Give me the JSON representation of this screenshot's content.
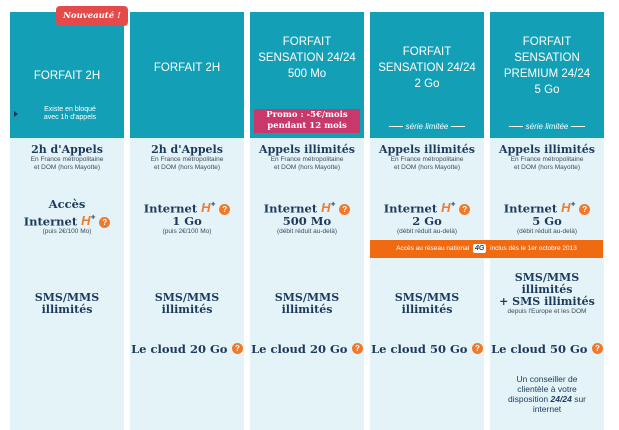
{
  "badge": "Nouveauté !",
  "banner": {
    "before": "Accès au réseau national",
    "tag": "4G",
    "after": "inclus dès le 1er octobre 2013"
  },
  "colors": {
    "header": "#139fb6",
    "body": "#e4f3f7",
    "accent": "#f07a2a",
    "promo": "#c9386b",
    "banner": "#ef6a11",
    "text": "#1c3a5e"
  },
  "plans": [
    {
      "title": [
        "FORFAIT 2H"
      ],
      "note": [
        "Existe en bloqué",
        "avec 1h d'appels"
      ],
      "calls": "2h d'Appels",
      "calls_sub": [
        "En France métropolitaine",
        "et DOM (hors Mayotte)"
      ],
      "internet": [
        "Accès",
        "Internet"
      ],
      "internet_sub": "(puis 2€/100 Mo)",
      "sms": [
        "SMS/MMS",
        "illimités"
      ]
    },
    {
      "title": [
        "FORFAIT 2H"
      ],
      "calls": "2h d'Appels",
      "calls_sub": [
        "En France métropolitaine",
        "et DOM (hors Mayotte)"
      ],
      "internet": [
        "Internet",
        "1 Go"
      ],
      "internet_sub": "(puis 2€/100 Mo)",
      "sms": [
        "SMS/MMS",
        "illimités"
      ],
      "cloud": "Le cloud 20 Go"
    },
    {
      "title": [
        "FORFAIT",
        "SENSATION 24/24",
        "500 Mo"
      ],
      "promo": [
        "Promo : -5€/mois",
        "pendant 12 mois"
      ],
      "calls": "Appels illimités",
      "calls_sub": [
        "En France métropolitaine",
        "et DOM (hors Mayotte)"
      ],
      "internet": [
        "Internet",
        "500 Mo"
      ],
      "internet_sub": "(débit réduit au-delà)",
      "sms": [
        "SMS/MMS",
        "illimités"
      ],
      "cloud": "Le cloud 20 Go"
    },
    {
      "title": [
        "FORFAIT",
        "SENSATION 24/24",
        "2 Go"
      ],
      "serie": "série limitée",
      "calls": "Appels illimités",
      "calls_sub": [
        "En France métropolitaine",
        "et DOM (hors Mayotte)"
      ],
      "internet": [
        "Internet",
        "2 Go"
      ],
      "internet_sub": "(débit réduit au-delà)",
      "sms": [
        "SMS/MMS",
        "illimités"
      ],
      "cloud": "Le cloud 50 Go"
    },
    {
      "title": [
        "FORFAIT",
        "SENSATION",
        "PREMIUM 24/24",
        "5 Go"
      ],
      "serie": "série limitée",
      "calls": "Appels illimités",
      "calls_sub": [
        "En France métropolitaine",
        "et DOM (hors Mayotte)"
      ],
      "internet": [
        "Internet",
        "5 Go"
      ],
      "internet_sub": "(débit réduit au-delà)",
      "sms": [
        "SMS/MMS",
        "illimités",
        "+ SMS illimités"
      ],
      "sms_sub": [
        "depuis l'Europe et les DOM"
      ],
      "cloud": "Le cloud 50 Go",
      "advisor": [
        "Un conseiller de",
        "clientèle à votre",
        "disposition",
        "24/24",
        "sur",
        "internet"
      ]
    }
  ],
  "icons": {
    "hplus": "H",
    "plus_sup": "+",
    "help": "?"
  }
}
